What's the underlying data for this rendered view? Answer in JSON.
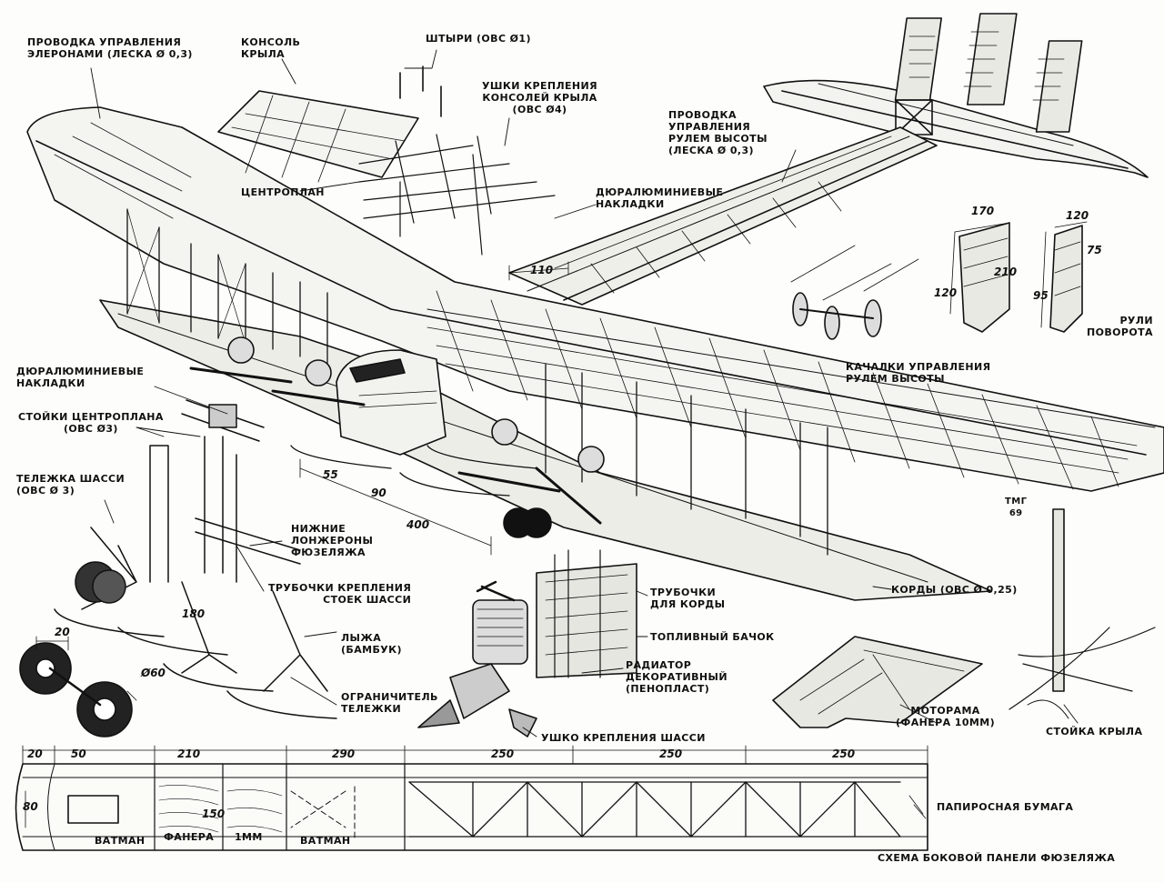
{
  "labels": {
    "aileron_wiring": "ПРОВОДКА УПРАВЛЕНИЯ\nЭЛЕРОНАМИ (ЛЕСКА Ø 0,3)",
    "wing_console": "КОНСОЛЬ\nКРЫЛА",
    "pins": "ШТЫРИ (ОВС Ø1)",
    "console_lugs": "УШКИ КРЕПЛЕНИЯ\nКОНСОЛЕЙ КРЫЛА\n(ОВС Ø4)",
    "center_section": "ЦЕНТРОПЛАН",
    "elevator_wiring": "ПРОВОДКА\nУПРАВЛЕНИЯ\nРУЛЕМ ВЫСОТЫ\n(ЛЕСКА Ø 0,3)",
    "duralumin_plates_top": "ДЮРАЛЮМИНИЕВЫЕ\nНАКЛАДКИ",
    "rudder": "РУЛИ\nПОВОРОТА",
    "elevator_rockers": "КАЧАЛКИ УПРАВЛЕНИЯ\nРУЛЕМ ВЫСОТЫ",
    "duralumin_plates_left": "ДЮРАЛЮМИНИЕВЫЕ\nНАКЛАДКИ",
    "center_struts": "СТОЙКИ ЦЕНТРОПЛАНА\n(ОВС Ø3)",
    "chassis_bogie": "ТЕЛЕЖКА ШАССИ\n(ОВС Ø 3)",
    "lower_spars": "НИЖНИЕ\nЛОНЖЕРОНЫ\nФЮЗЕЛЯЖА",
    "strut_tubes": "ТРУБОЧКИ КРЕПЛЕНИЯ\nСТОЕК ШАССИ",
    "ski": "ЛЫЖА\n(БАМБУК)",
    "bogie_limiter": "ОГРАНИЧИТЕЛЬ\nТЕЛЕЖКИ",
    "cord_tubes": "ТРУБОЧКИ\nДЛЯ КОРДЫ",
    "fuel_tank": "ТОПЛИВНЫЙ БАЧОК",
    "radiator": "РАДИАТОР\nДЕКОРАТИВНЫЙ\n(ПЕНОПЛАСТ)",
    "chassis_lug": "УШКО КРЕПЛЕНИЯ ШАССИ",
    "cords": "КОРДЫ (ОВС Ø 0,25)",
    "motor_mount": "МОТОРАМА\n(ФАНЕРА 10мм)",
    "wing_strut": "СТОЙКА КРЫЛА",
    "panel_title": "СХЕМА БОКОВОЙ ПАНЕЛИ ФЮЗЕЛЯЖА",
    "panel_watman_1": "ВАТМАН",
    "panel_plywood": "ФАНЕРА",
    "panel_1mm": "1мм",
    "panel_watman_2": "ВАТМАН",
    "panel_cig_paper": "ПАПИРОСНАЯ БУМАГА",
    "signature": "ТМГ\n69"
  },
  "dims": {
    "d110": "110",
    "d55": "55",
    "d90": "90",
    "d400": "400",
    "d170": "170",
    "d210": "210",
    "d120a": "120",
    "d120b": "120",
    "d75": "75",
    "d95": "95",
    "d180": "180",
    "d20": "20",
    "d60": "Ø60",
    "d150": "150",
    "p20": "20",
    "p50": "50",
    "p210": "210",
    "p290": "290",
    "p250a": "250",
    "p250b": "250",
    "p250c": "250",
    "p80": "80"
  }
}
